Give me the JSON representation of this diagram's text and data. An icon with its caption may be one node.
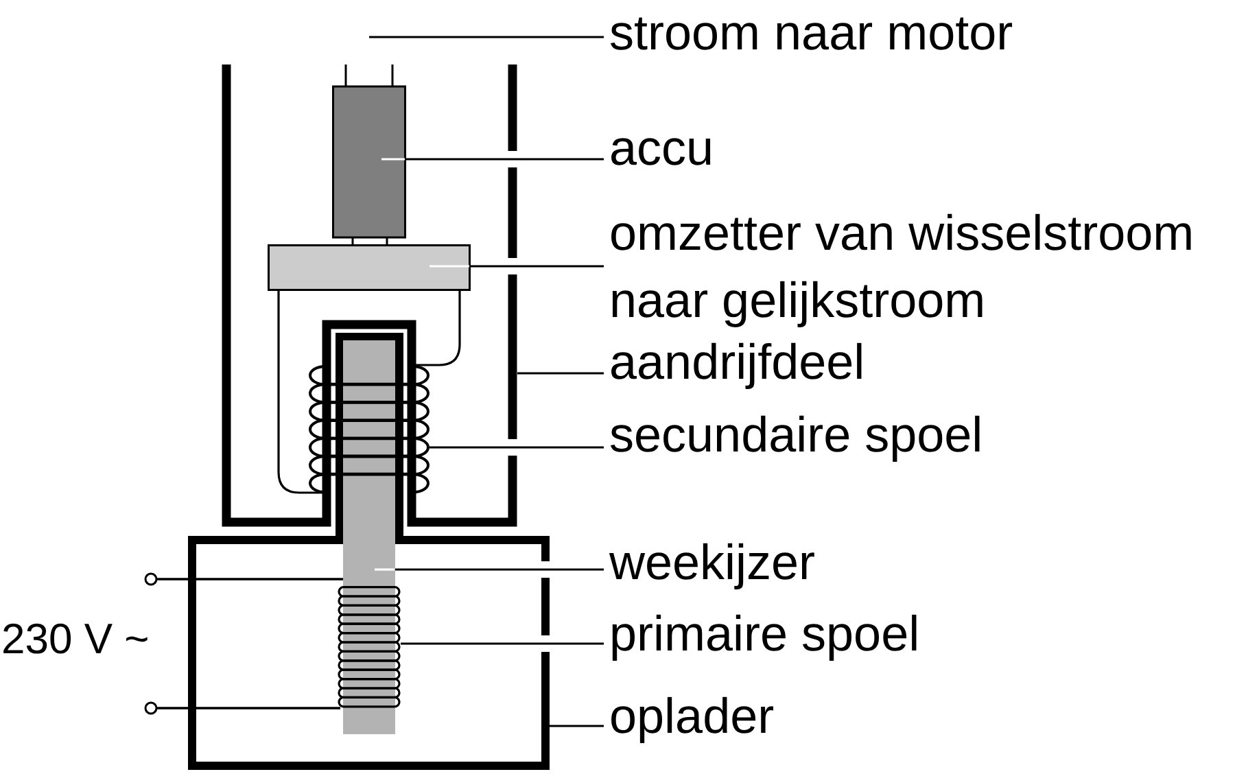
{
  "diagram": {
    "nodes": [
      {
        "text": [],
        "shape": "box"
      },
      {
        "text": [],
        "shape": "box",
        "in": 0
      },
      {
        "text": [],
        "shape": "box",
        "in": 0
      },
      {
        "text": [],
        "shape": "coil"
      },
      {
        "text": [],
        "shape": "box"
      },
      {
        "text": [],
        "shape": "bar",
        "in": 4
      },
      {
        "text": [],
        "shape": "coil",
        "in": 4
      },
      {
        "text": [
          "stroom naar motor"
        ]
      },
      {
        "text": [
          "accu"
        ]
      },
      {
        "text": [
          "omzetter van wisselstroom naar gelijkstroom"
        ]
      },
      {
        "text": [
          "aandrijfdeel"
        ]
      },
      {
        "text": [
          "secundaire spoel"
        ]
      },
      {
        "text": [
          "weekijzer"
        ]
      },
      {
        "text": [
          "primaire spoel"
        ]
      },
      {
        "text": [
          "oplader"
        ]
      }
    ],
    "edges": [
      {
        "from": 7,
        "to": null,
        "arrow": "none"
      },
      {
        "from": 8,
        "to": 1,
        "arrow": "none"
      },
      {
        "from": 9,
        "to": 2,
        "arrow": "none"
      },
      {
        "from": 10,
        "to": 0,
        "arrow": "none"
      },
      {
        "from": 11,
        "to": 3,
        "arrow": "none"
      },
      {
        "from": 12,
        "to": 5,
        "arrow": "none"
      },
      {
        "from": 13,
        "to": 6,
        "arrow": "none"
      },
      {
        "from": 14,
        "to": 4,
        "arrow": "none"
      },
      {
        "from": 2,
        "to": 3,
        "arrow": "none"
      },
      {
        "from": 2,
        "to": 3,
        "arrow": "none"
      }
    ],
    "labels": [
      "230 V ~"
    ]
  }
}
